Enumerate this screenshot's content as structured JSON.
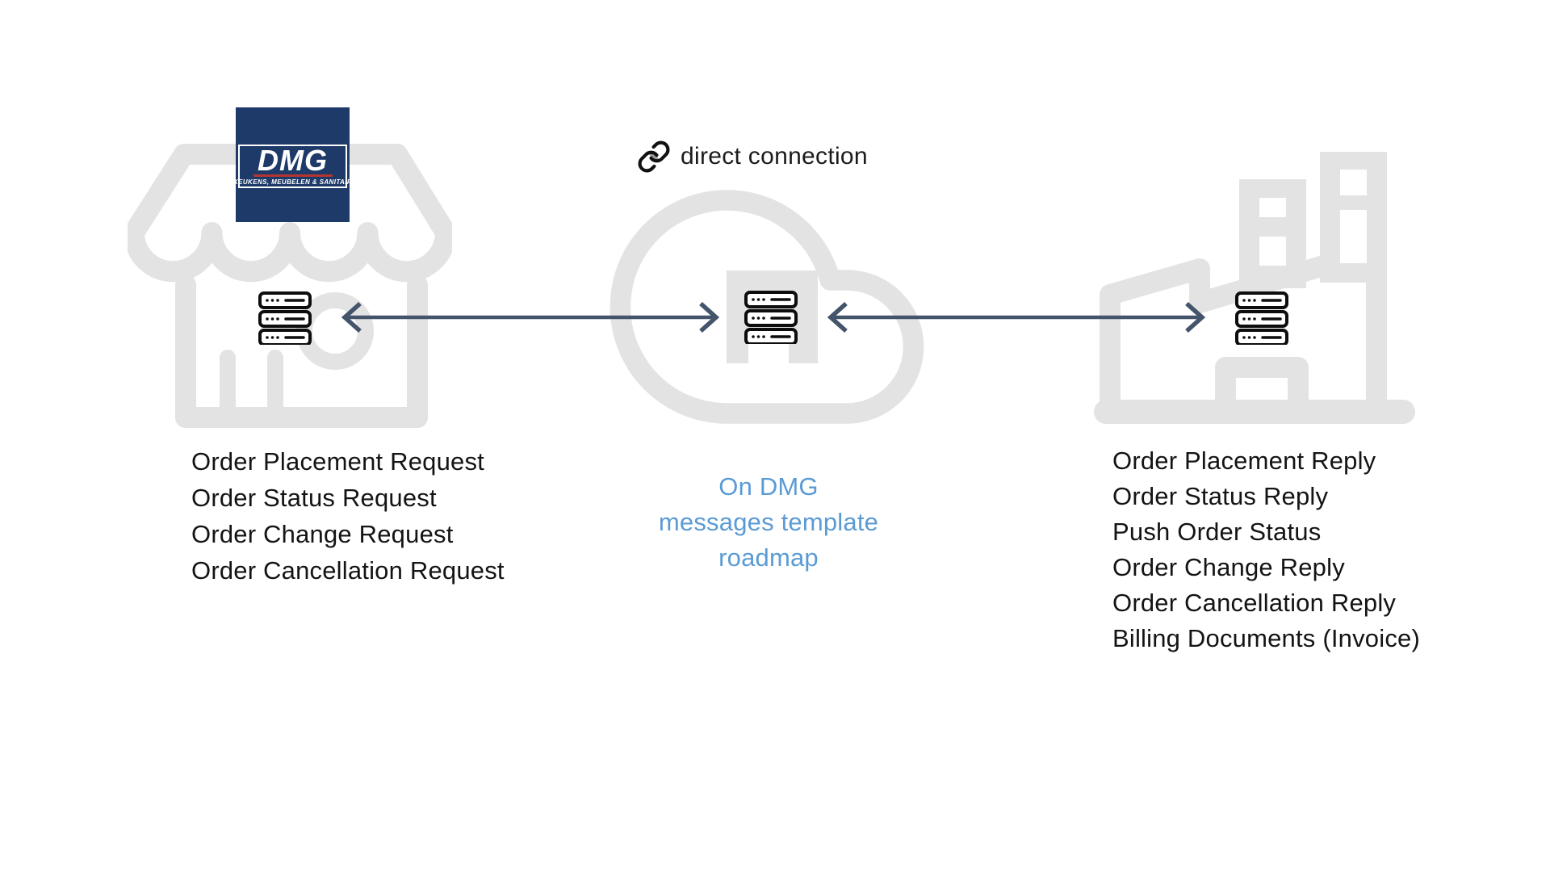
{
  "diagram": {
    "store": {
      "logo": {
        "brand": "DMG",
        "tagline": "KEUKENS, MEUBELEN & SANITAIR"
      },
      "messages": [
        "Order Placement Request",
        "Order Status Request",
        "Order Change Request",
        "Order Cancellation Request"
      ]
    },
    "connection_label": "direct connection",
    "cloud_note": {
      "line1": "On DMG",
      "line2": "messages template",
      "line3": "roadmap"
    },
    "factory": {
      "messages": [
        "Order Placement Reply",
        "Order Status Reply",
        "Push Order Status",
        "Order Change Reply",
        "Order Cancellation Reply",
        "Billing Documents (Invoice)"
      ]
    },
    "colors": {
      "icon_gray": "#e3e3e3",
      "arrow_blue": "#44546a",
      "note_blue": "#5b9bd5",
      "logo_navy": "#1d3a69",
      "logo_red": "#b5342f",
      "text_black": "#141414"
    }
  }
}
